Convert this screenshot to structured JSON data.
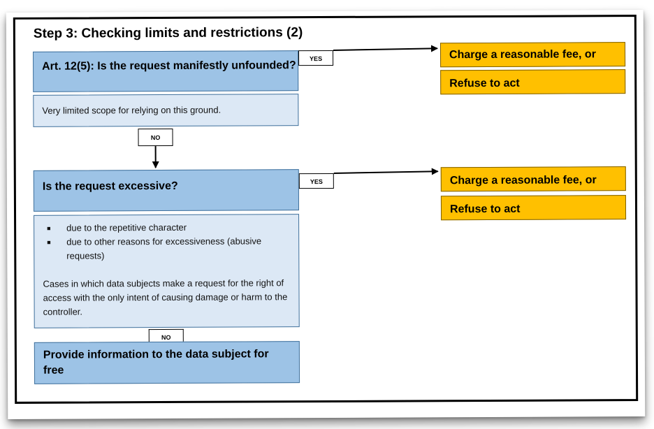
{
  "title": "Step 3: Checking limits and restrictions (2)",
  "question1": "Art. 12(5): Is the request manifestly unfounded?",
  "question1_note": "Very limited scope for relying on this ground.",
  "question2": "Is the request excessive?",
  "question2_details": {
    "bullets": [
      "due to the repetitive character",
      "due to other reasons for excessiveness (abusive requests)"
    ],
    "paragraph": "Cases in which data subjects make a request for the right of access with the only intent of causing damage or harm to the controller."
  },
  "final_box": "Provide information to the data subject for free",
  "labels": {
    "yes": "YES",
    "no": "NO"
  },
  "outcomes": {
    "charge_fee": "Charge a reasonable fee, or",
    "refuse": "Refuse to act"
  },
  "colors": {
    "question_fill": "#9dc3e6",
    "detail_fill": "#dce8f5",
    "outcome_fill": "#ffc000",
    "bullet_icon": "square-bullet"
  }
}
